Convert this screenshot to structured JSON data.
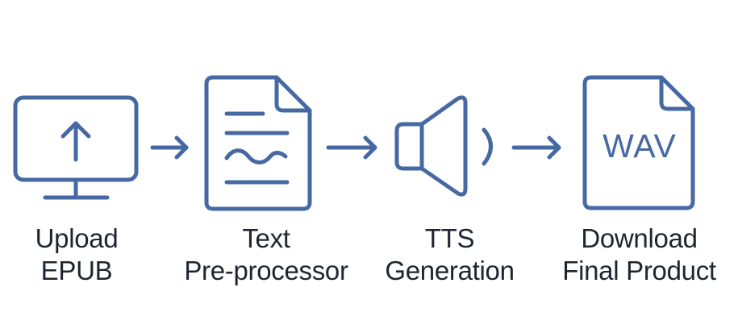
{
  "colors": {
    "icon": "#4669a3",
    "text": "#1f2530",
    "background": "#ffffff"
  },
  "steps": [
    {
      "icon": "monitor-upload-icon",
      "label_line1": "Upload",
      "label_line2": "EPUB"
    },
    {
      "icon": "text-document-icon",
      "label_line1": "Text",
      "label_line2": "Pre-processor"
    },
    {
      "icon": "speaker-icon",
      "label_line1": "TTS",
      "label_line2": "Generation"
    },
    {
      "icon": "wav-file-icon",
      "file_badge": "WAV",
      "label_line1": "Download",
      "label_line2": "Final Product"
    }
  ],
  "connectors": [
    "arrow-right-icon",
    "arrow-right-icon",
    "arrow-right-icon"
  ]
}
